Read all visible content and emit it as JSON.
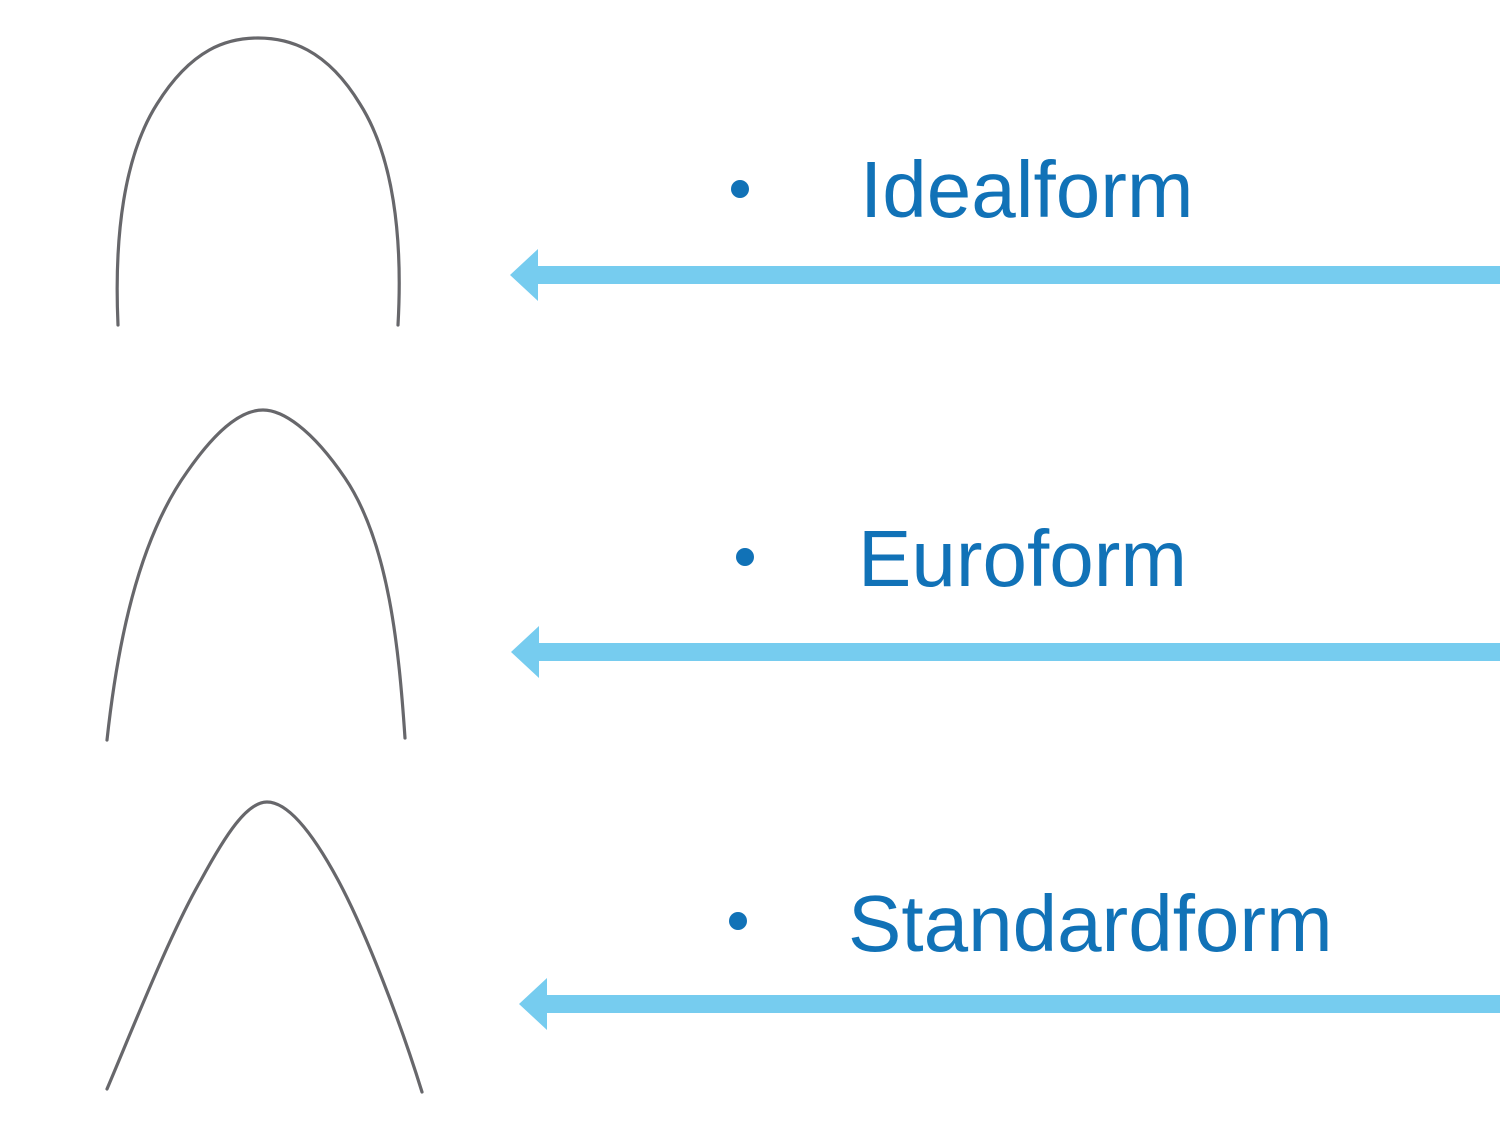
{
  "slide": {
    "background": "#ffffff",
    "description": "Archwire form comparison slide"
  },
  "colors": {
    "label_text": "#1172b7",
    "bullet": "#1172b7",
    "arrow": "#76ccef",
    "wire": "#67676b"
  },
  "items": [
    {
      "label": "Idealform",
      "shape": "idealform-archwire"
    },
    {
      "label": "Euroform",
      "shape": "euroform-archwire"
    },
    {
      "label": "Standardform",
      "shape": "standardform-archwire"
    }
  ]
}
